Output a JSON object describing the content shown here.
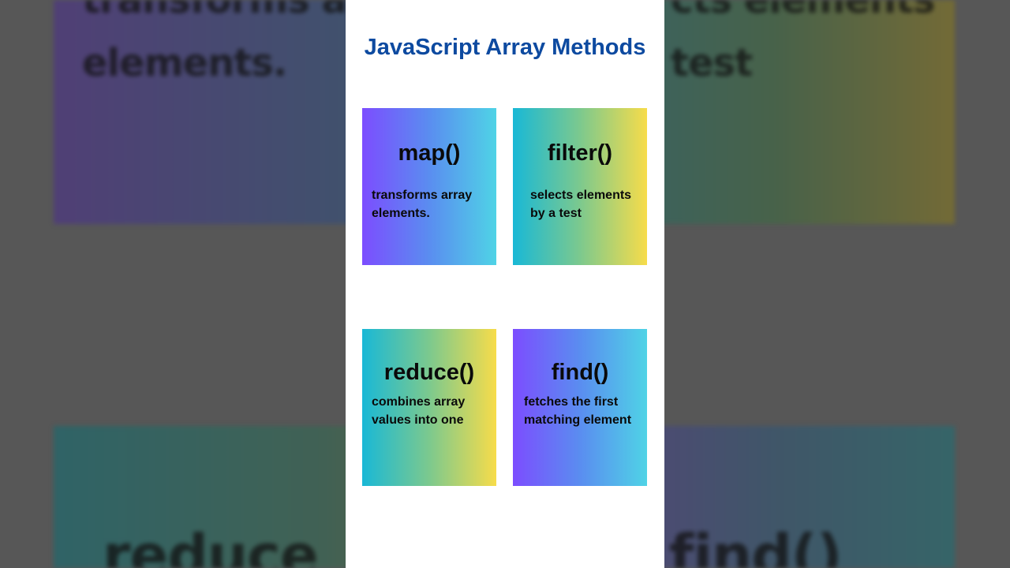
{
  "title": "JavaScript Array Methods",
  "methods": [
    {
      "name": "map()",
      "description": "transforms array elements."
    },
    {
      "name": "filter()",
      "description": "selects elements by a test"
    },
    {
      "name": "reduce()",
      "description": "combines array values into one"
    },
    {
      "name": "find()",
      "description": "fetches the first matching element"
    }
  ],
  "backdrop": {
    "top_left_line1": "transforms ar",
    "top_left_line2": "elements.",
    "top_right_line1": "cts elements",
    "top_right_line2": "test",
    "bottom_left": "reduce",
    "bottom_right": "find()"
  },
  "colors": {
    "title": "#0d4aa0",
    "violet_gradient": [
      "#7c4dff",
      "#5a8df0",
      "#4fd3e6"
    ],
    "cyan_gradient": [
      "#19b8d6",
      "#7cc98e",
      "#f7dc4a"
    ]
  }
}
